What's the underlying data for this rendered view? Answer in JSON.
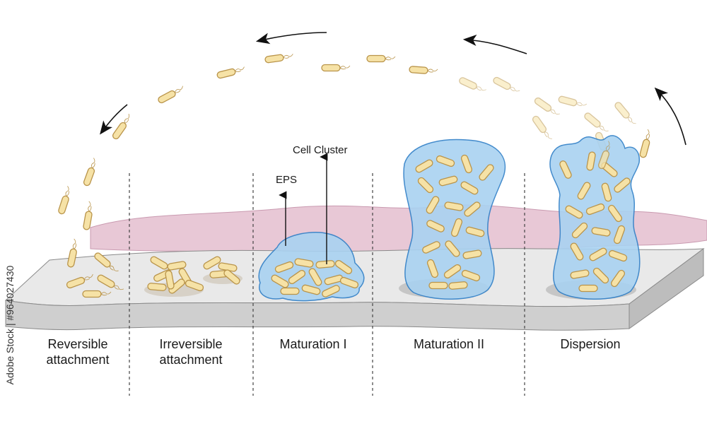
{
  "stages": [
    {
      "line1": "Reversible",
      "line2": "attachment"
    },
    {
      "line1": "Irreversible",
      "line2": "attachment"
    },
    {
      "line1": "Maturation I",
      "line2": ""
    },
    {
      "line1": "Maturation II",
      "line2": ""
    },
    {
      "line1": "Dispersion",
      "line2": ""
    }
  ],
  "callouts": {
    "eps": "EPS",
    "cell_cluster": "Cell Cluster"
  },
  "watermark": "Adobe Stock | #964027430",
  "colors": {
    "bacterium_fill": "#f6e2a6",
    "bacterium_stroke": "#b9944a",
    "eps_fill": "#a9d2f1",
    "eps_stroke": "#2f7fc7",
    "conditioning_film": "#e8c8d6",
    "surface_top": "#e8e8e8",
    "surface_side": "#c9c9c9"
  }
}
